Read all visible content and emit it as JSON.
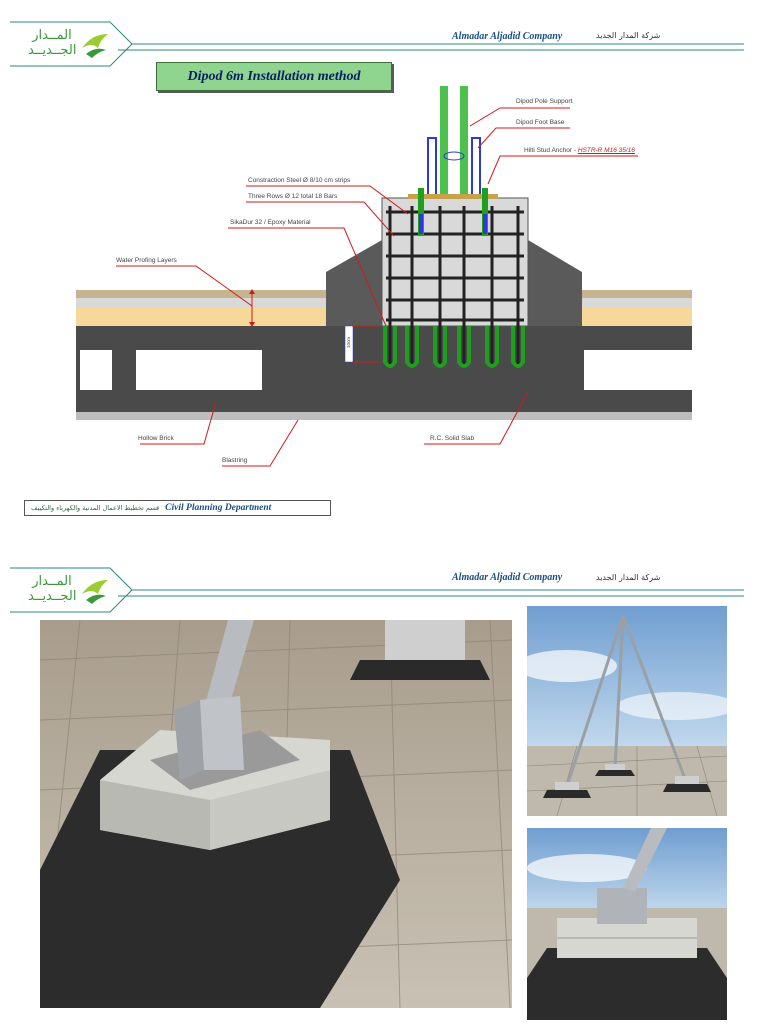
{
  "header": {
    "logo_text_line1": "المــدار",
    "logo_text_line2": "الجــديــد",
    "company_en": "Almadar Aljadid Company",
    "company_ar": "شركة المدار الجديد"
  },
  "page1": {
    "title": "Dipod 6m Installation method",
    "labels": {
      "pole_support": "Dipod Pole Support",
      "foot_base": "Dipod Foot Base",
      "stud_anchor_prefix": "Hilti Stud Anchor - ",
      "stud_anchor_code": "HSTR-R M16 35/16",
      "construction_steel": "Constraction Steel Ø 8/10 cm strips",
      "three_rows": "Three Rows Ø 12 total 18 Bars",
      "sikadur": "SikaDur 32 / Epoxy Material",
      "waterproofing": "Water Profing Layers",
      "hollow_brick": "Hollow Brick",
      "blastring": "Blastring",
      "rc_slab": "R.C. Solid Slab",
      "dim_mark": "10cm"
    },
    "footer": {
      "ar": "قسم تخطيط الاعمال المدنية والكهرباء والتكييف",
      "en": "Civil Planning Department"
    }
  },
  "colors": {
    "accent_green": "#8fd58f",
    "label_red": "#d11a1a",
    "title_blue": "#0b1e63",
    "rule_teal": "#2b8a80",
    "rebar_green": "#1ea01e"
  },
  "icons": [
    "logo-bird-icon"
  ]
}
